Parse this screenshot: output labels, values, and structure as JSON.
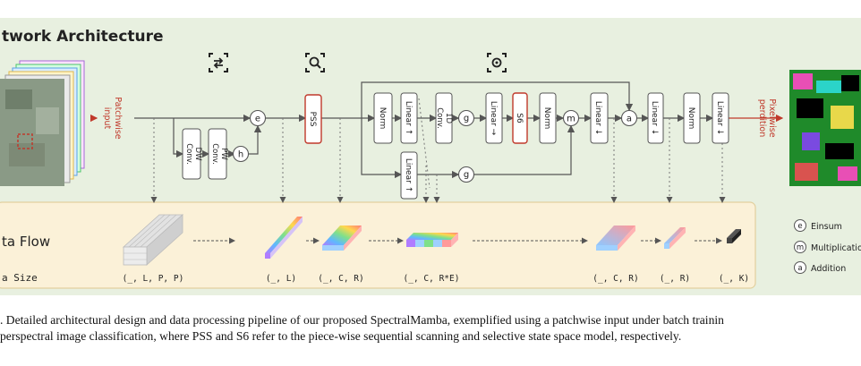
{
  "header": {
    "title": "twork Architecture"
  },
  "input_label": [
    "Patchwise",
    "input"
  ],
  "output_label": [
    "Pixelwise",
    "perdition"
  ],
  "blocks": {
    "dw": [
      "DW",
      "Conv."
    ],
    "pw": [
      "PW",
      "Conv."
    ],
    "pss": "PSS",
    "norm1": "Norm",
    "lin_up1": "Linear ↑",
    "conv1d": [
      "1D",
      "Conv."
    ],
    "lin_right": "Linear →",
    "s6": "S6",
    "norm2": "Norm",
    "lin_dn1": "Linear ↓",
    "lin_dn2": "Linear ↓",
    "norm3": "Norm",
    "lin_dn3": "Linear ↓",
    "lin_up2": "Linear ↑"
  },
  "ops": {
    "e": "e",
    "h": "h",
    "g": "g",
    "m": "m",
    "a": "a"
  },
  "data_flow": {
    "title": "ta Flow",
    "size_label": "a Size",
    "sizes": [
      "(_, L, P, P)",
      "(_, L)",
      "(_, C, R)",
      "(_, C, R*E)",
      "(_, C, R)",
      "(_, R)",
      "(_, K)"
    ]
  },
  "legend": [
    {
      "sym": "e",
      "label": "Einsum"
    },
    {
      "sym": "m",
      "label": "Multiplication"
    },
    {
      "sym": "a",
      "label": "Addition"
    }
  ],
  "caption": {
    "line1": ".  Detailed architectural design and data processing pipeline of our proposed SpectralMamba, exemplified using a patchwise input under batch trainin",
    "line2": "perspectral image classification, where PSS and S6 refer to the piece-wise sequential scanning and selective state space model, respectively."
  },
  "colors": {
    "panel_bg": "#e8f0e0",
    "dataflow_bg": "#fbf1d8",
    "dataflow_border": "#e2cf9e",
    "line": "#555555",
    "red_accent": "#c0392b"
  }
}
